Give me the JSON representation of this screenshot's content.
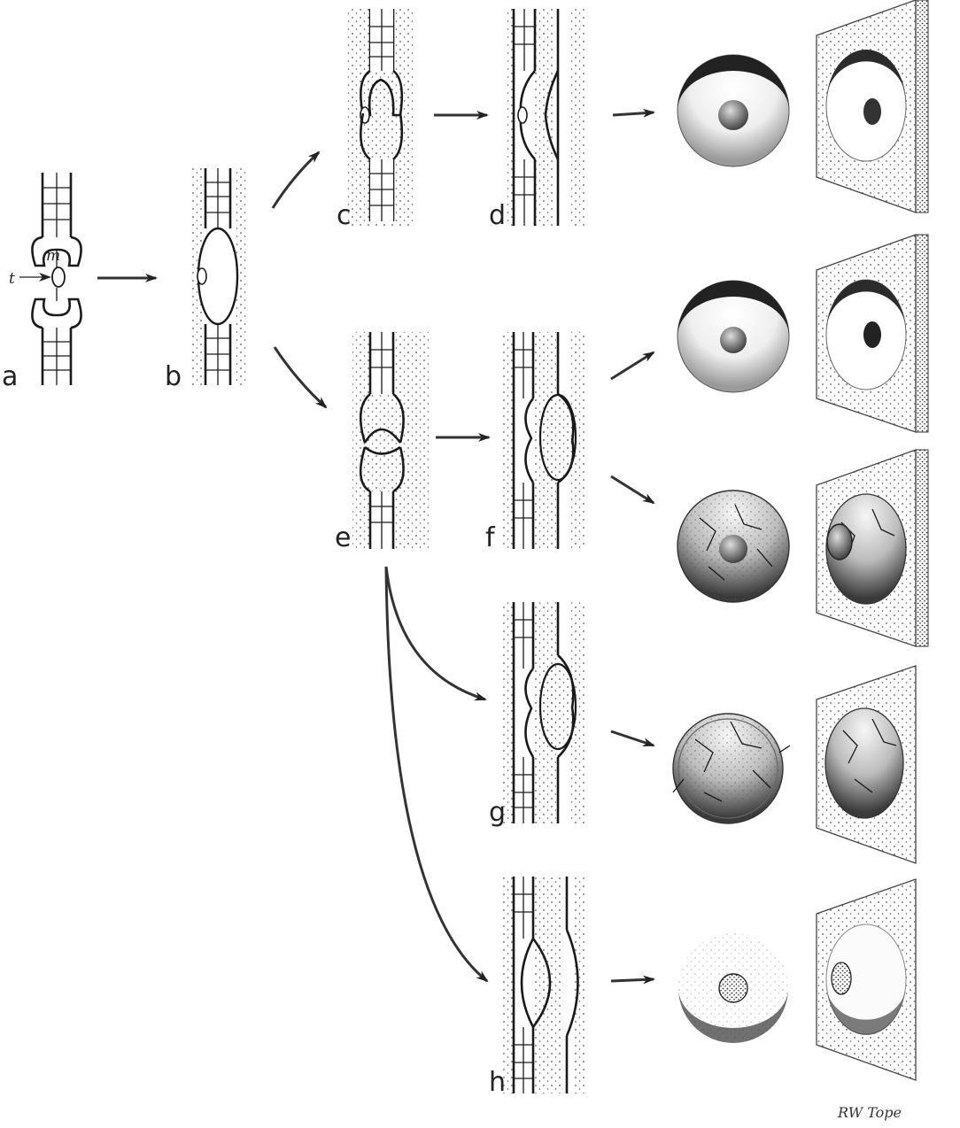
{
  "panels": {
    "a": "a",
    "b": "b",
    "c": "c",
    "d": "d",
    "e": "e",
    "f": "f",
    "g": "g",
    "h": "h"
  },
  "annotations": {
    "torus": "t",
    "margo": "m"
  },
  "signature": "RW Tope",
  "colors": {
    "ink": "#1a1a1a",
    "paper": "#ffffff",
    "shade": "#2b2b2b"
  }
}
